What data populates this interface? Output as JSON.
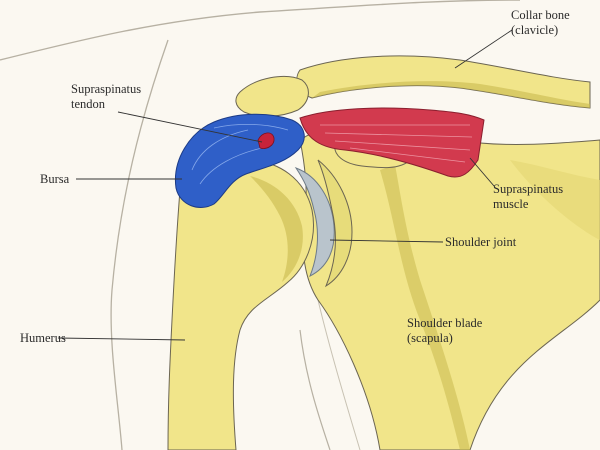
{
  "labels": {
    "collar_bone": {
      "line1": "Collar bone",
      "line2": "(clavicle)"
    },
    "supraspinatus_tendon": {
      "line1": "Supraspinatus",
      "line2": "tendon"
    },
    "bursa": "Bursa",
    "supraspinatus_muscle": {
      "line1": "Supraspinatus",
      "line2": "muscle"
    },
    "shoulder_joint": "Shoulder joint",
    "humerus": "Humerus",
    "shoulder_blade": {
      "line1": "Shoulder blade",
      "line2": "(scapula)"
    }
  },
  "colors": {
    "bone": "#f1e58a",
    "bone_shade": "#c9b94e",
    "bursa": "#2f5fc8",
    "muscle": "#d23a4e",
    "cartilage": "#b9c4cc",
    "outline": "#6b6552",
    "background": "#fbf8f1"
  }
}
